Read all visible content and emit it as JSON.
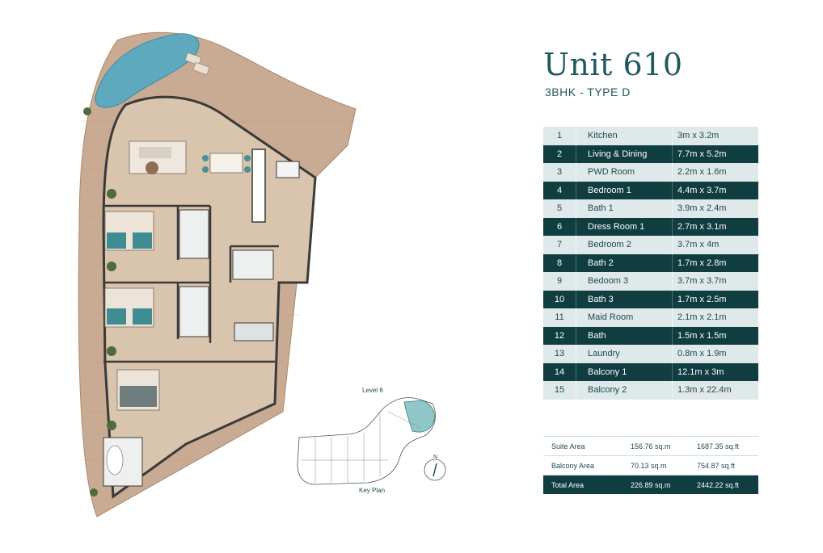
{
  "unit": {
    "title": "Unit 610",
    "subtitle": "3BHK - TYPE D"
  },
  "rooms": [
    {
      "no": "1",
      "name": "Kitchen",
      "size": "3m x 3.2m"
    },
    {
      "no": "2",
      "name": "Living & Dining",
      "size": "7.7m x 5.2m"
    },
    {
      "no": "3",
      "name": "PWD Room",
      "size": "2.2m x 1.6m"
    },
    {
      "no": "4",
      "name": "Bedroom 1",
      "size": "4.4m x 3.7m"
    },
    {
      "no": "5",
      "name": "Bath 1",
      "size": "3.9m x 2.4m"
    },
    {
      "no": "6",
      "name": "Dress Room 1",
      "size": "2.7m x 3.1m"
    },
    {
      "no": "7",
      "name": "Bedroom 2",
      "size": "3.7m x 4m"
    },
    {
      "no": "8",
      "name": "Bath 2",
      "size": "1.7m x 2.8m"
    },
    {
      "no": "9",
      "name": "Bedoom 3",
      "size": "3.7m x 3.7m"
    },
    {
      "no": "10",
      "name": "Bath 3",
      "size": "1.7m x 2.5m"
    },
    {
      "no": "11",
      "name": "Maid Room",
      "size": "2.1m x 2.1m"
    },
    {
      "no": "12",
      "name": "Bath",
      "size": "1.5m x 1.5m"
    },
    {
      "no": "13",
      "name": "Laundry",
      "size": "0.8m x 1.9m"
    },
    {
      "no": "14",
      "name": "Balcony 1",
      "size": "12.1m x 3m"
    },
    {
      "no": "15",
      "name": "Balcony 2",
      "size": "1.3m x 22.4m"
    }
  ],
  "areas": [
    {
      "label": "Suite Area",
      "sqm": "156.76 sq.m",
      "sqft": "1687.35 sq.ft"
    },
    {
      "label": "Balcony Area",
      "sqm": "70.13 sq.m",
      "sqft": "754.87 sq.ft"
    },
    {
      "label": "Total Area",
      "sqm": "226.89 sq.m",
      "sqft": "2442.22 sq.ft"
    }
  ],
  "key_plan": {
    "level_label": "Level 6",
    "caption": "Key Plan",
    "north_label": "N"
  },
  "colors": {
    "accent_dark": "#0f3d40",
    "row_light": "#dfe9ea",
    "title_teal": "#1f5a60",
    "deck": "#c9ab93",
    "floor": "#d9c4ad",
    "pool": "#5fa9bf",
    "key_highlight": "#8fc6c8"
  }
}
